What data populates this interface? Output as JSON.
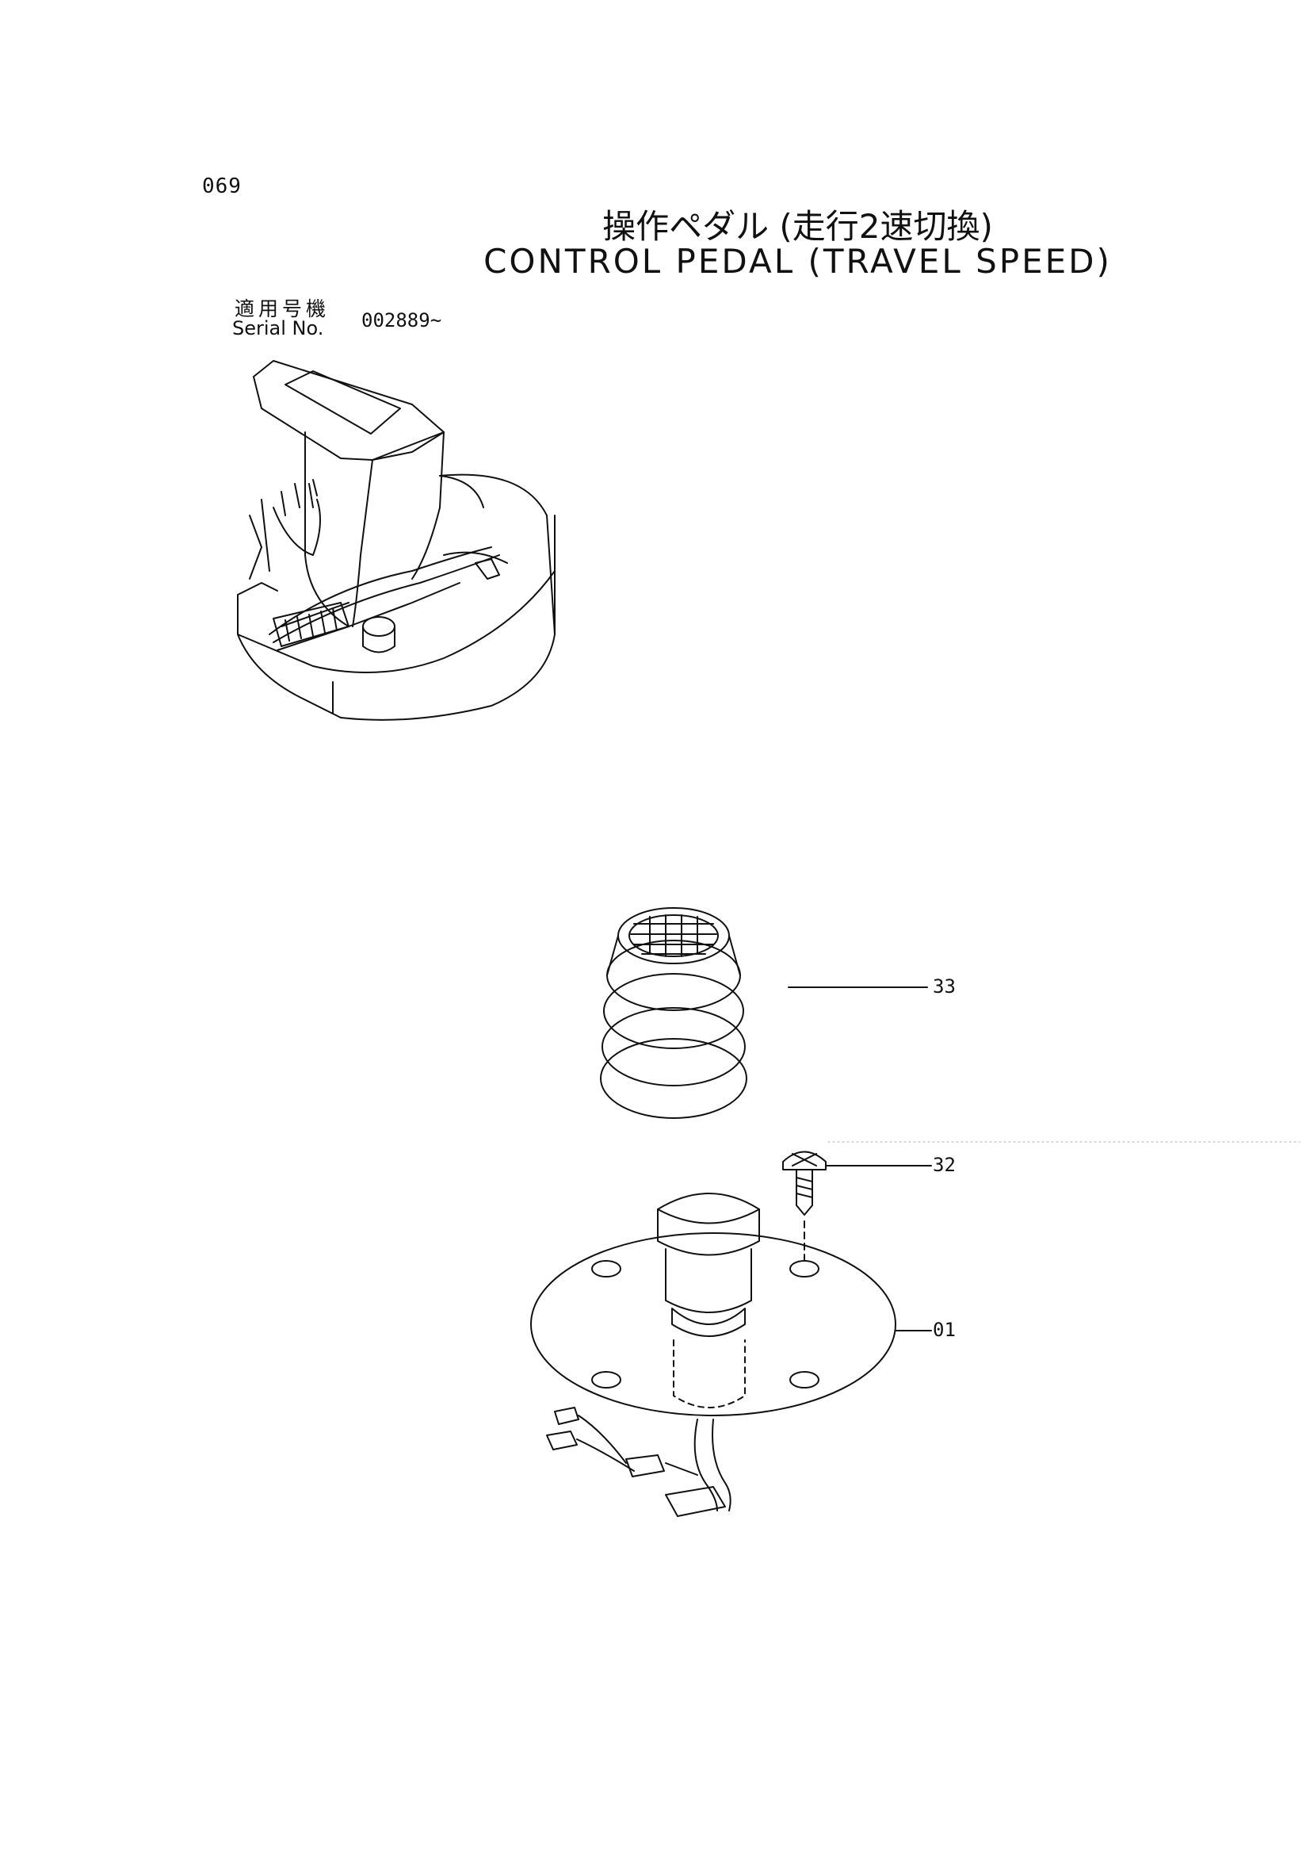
{
  "page": {
    "number": "069",
    "title_ja": "操作ペダル (走行2速切換)",
    "title_en": "CONTROL PEDAL (TRAVEL SPEED)",
    "serial_label_ja": "適用号機",
    "serial_label_en": "Serial No.",
    "serial_value": "002889~"
  },
  "parts": [
    {
      "ref": "33"
    },
    {
      "ref": "32"
    },
    {
      "ref": "01"
    }
  ]
}
